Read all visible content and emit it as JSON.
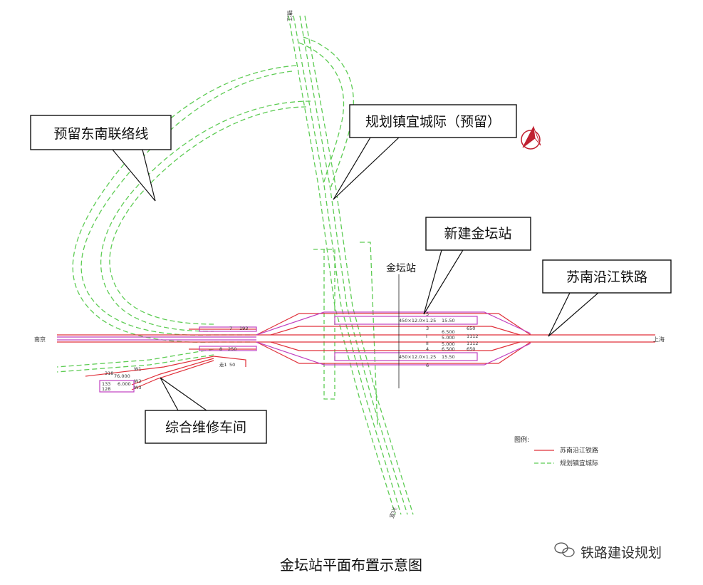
{
  "title": "金坛站平面布置示意图",
  "callouts": {
    "southeast_link": "预留东南联络线",
    "zhenxuan_intercity": "规划镇宜城际（预留）",
    "new_station": "新建金坛站",
    "sunan_railway": "苏南沿江铁路",
    "maintenance": "综合维修车间"
  },
  "station_label": "金坛站",
  "directions": {
    "west": "南京",
    "east": "上海",
    "north": "镇江",
    "south": "宜兴"
  },
  "platforms": {
    "upper_spec": "450×12.0×1.25",
    "upper_len": "15.50",
    "lower_spec": "450×12.0×1.25",
    "lower_len": "15.50"
  },
  "tracks": [
    {
      "id": "5",
      "dist": "",
      "extra": ""
    },
    {
      "id": "3",
      "dist": "6.500",
      "extra": "650"
    },
    {
      "id": "I",
      "dist": "5.000",
      "extra": "1112"
    },
    {
      "id": "II",
      "dist": "5.000",
      "extra": "1112"
    },
    {
      "id": "4",
      "dist": "6.500",
      "extra": "650"
    },
    {
      "id": "6",
      "dist": "",
      "extra": ""
    }
  ],
  "left_yard": {
    "t1": "7",
    "t1v": "193",
    "t2": "8",
    "t2v": "250",
    "t3": "走1",
    "t3v": "50"
  },
  "depot": {
    "a": "318",
    "b": "76.000",
    "c": "133",
    "d": "128",
    "e": "6.000",
    "f": "W1",
    "g": "W2",
    "h": "W3"
  },
  "legend": {
    "heading": "图例:",
    "item1": "苏南沿江铁路",
    "item2": "规划镇宜城际"
  },
  "watermark": "铁路建设规划",
  "colors": {
    "sunan": "#e0303a",
    "zhenxuan": "#5ecc54",
    "platform": "#c040c0"
  }
}
